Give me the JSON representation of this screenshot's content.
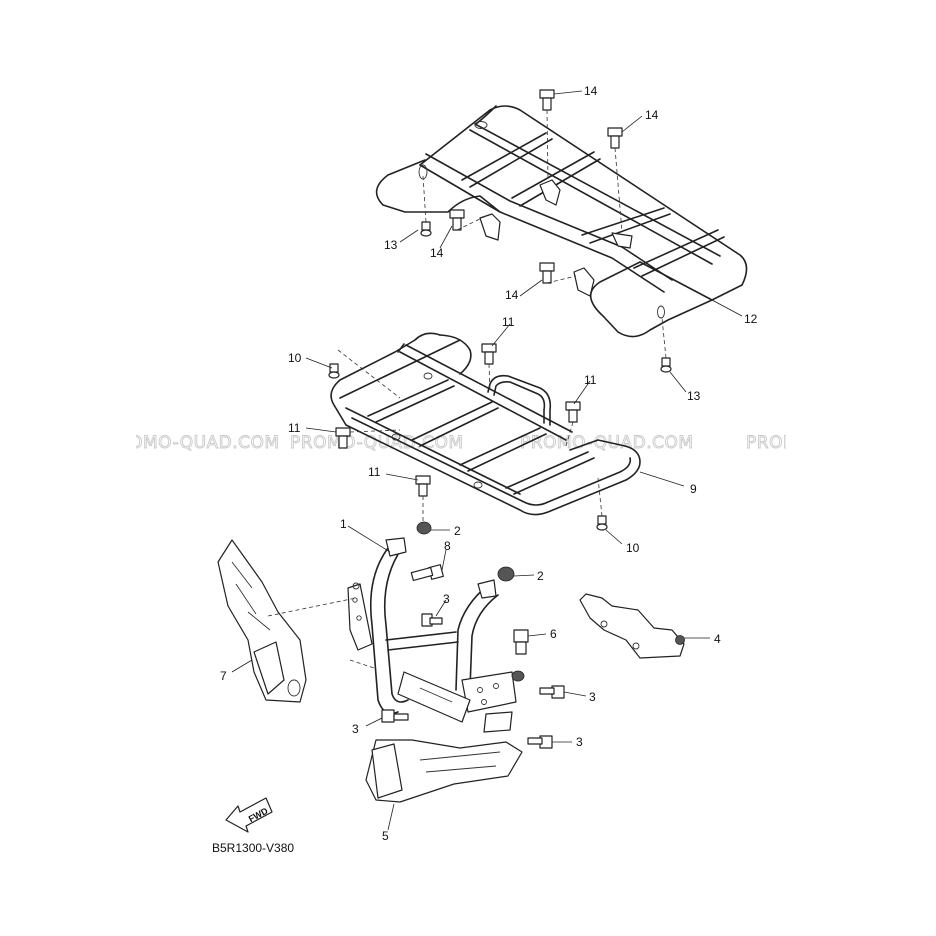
{
  "diagram": {
    "code": "B5R1300-V380",
    "fwd_label": "FWD",
    "watermark": "PROMO-QUAD.COM",
    "callouts": [
      "14",
      "14",
      "13",
      "14",
      "14",
      "12",
      "13",
      "10",
      "11",
      "11",
      "11",
      "9",
      "11",
      "10",
      "1",
      "2",
      "8",
      "2",
      "3",
      "6",
      "4",
      "7",
      "3",
      "3",
      "3",
      "5"
    ]
  }
}
